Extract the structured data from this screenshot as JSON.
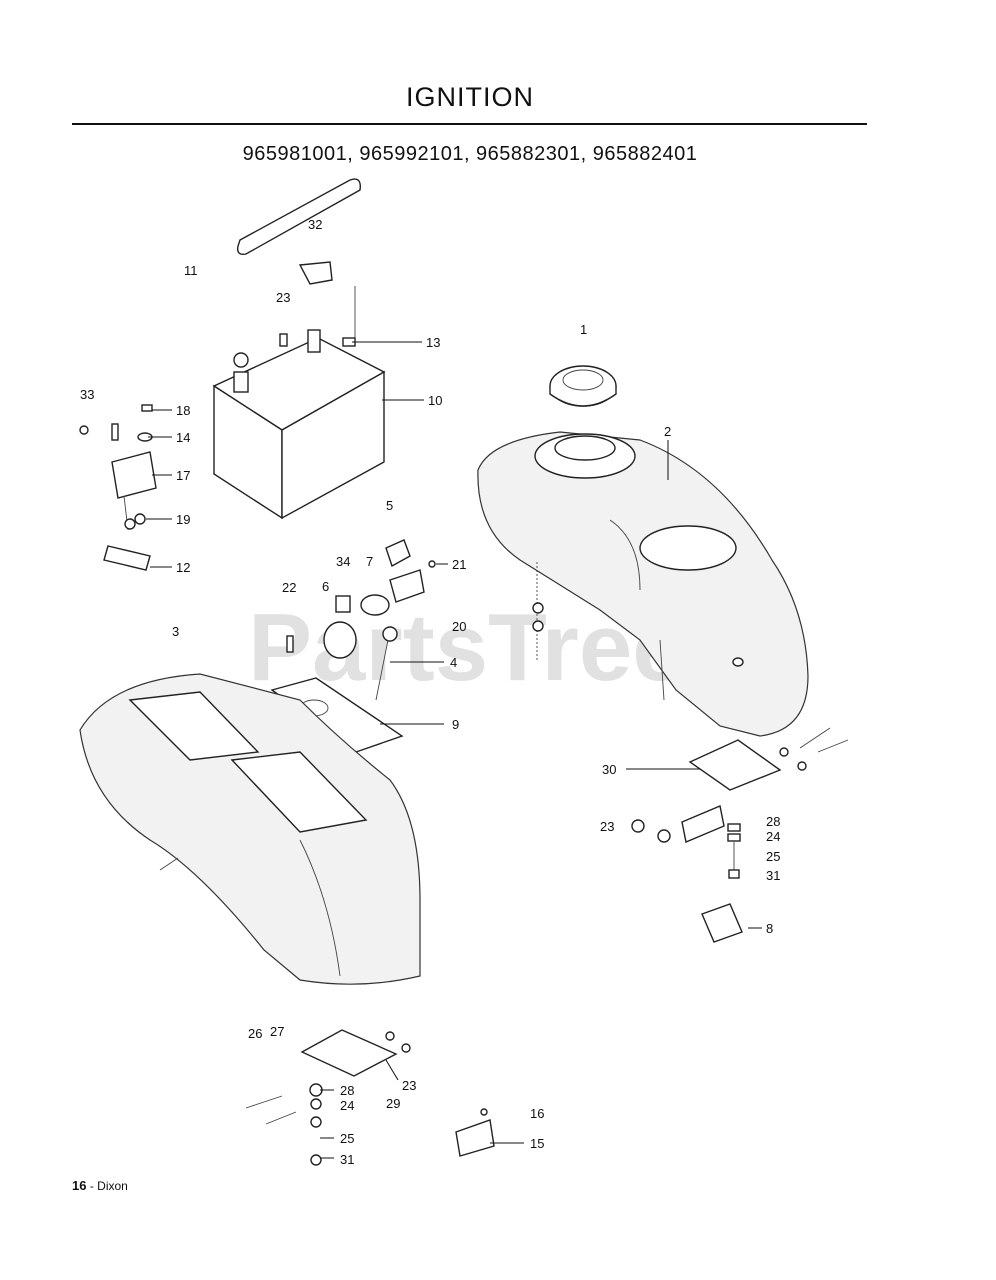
{
  "title": "IGNITION",
  "models": "965981001, 965992101, 965882301, 965882401",
  "watermark": "PartsTree",
  "footer": {
    "page_number": "16",
    "brand": "Dixon"
  },
  "callouts": [
    "1",
    "2",
    "3",
    "4",
    "5",
    "6",
    "7",
    "8",
    "9",
    "10",
    "11",
    "12",
    "13",
    "14",
    "15",
    "16",
    "17",
    "18",
    "19",
    "20",
    "21",
    "22",
    "23",
    "23",
    "23",
    "24",
    "24",
    "25",
    "25",
    "26",
    "27",
    "28",
    "28",
    "29",
    "30",
    "31",
    "31",
    "32",
    "33",
    "34"
  ]
}
